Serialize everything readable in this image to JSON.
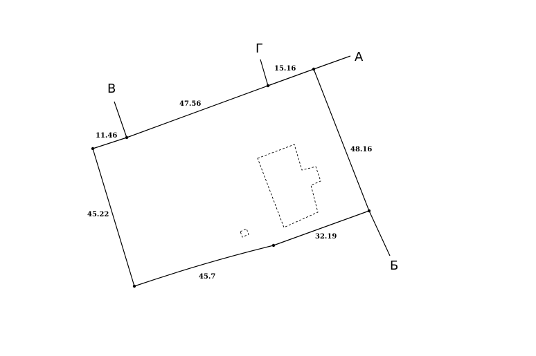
{
  "plan": {
    "dimensions": {
      "seg_top_right": "15.16",
      "seg_top_mid": "47.56",
      "seg_top_left": "11.46",
      "seg_right": "48.16",
      "seg_bottom_right": "32.19",
      "seg_bottom_left": "45.7",
      "seg_left": "45.22"
    },
    "markers": {
      "a": "А",
      "b": "Б",
      "v": "В",
      "g": "Г"
    },
    "colors": {
      "line": "#000000",
      "background": "#ffffff"
    }
  }
}
